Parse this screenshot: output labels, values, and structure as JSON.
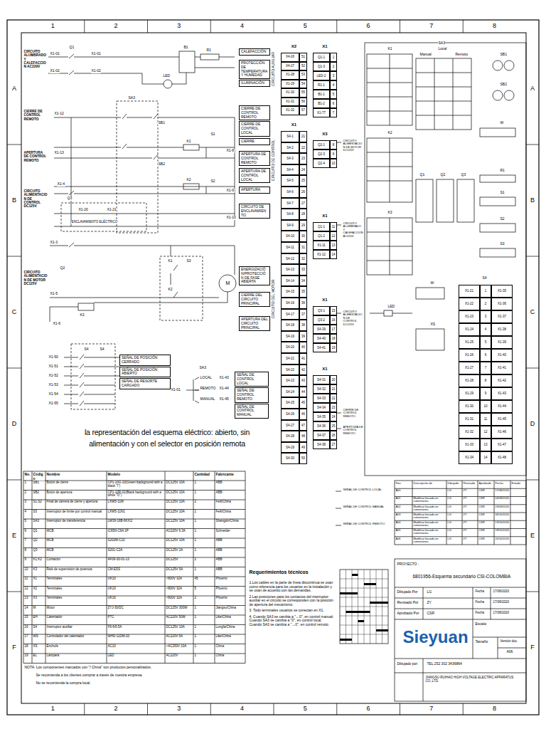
{
  "diagram": {
    "caption": "la representación del esquema eléctrico: abierto, sin alimentación y con el selector en posición remota",
    "nodes": [
      {
        "text": [
          "CALEFACCIÓN"
        ]
      },
      {
        "text": [
          "PROTECCIÓN DE TEMPERATURA Y HUMEDAD"
        ]
      },
      {
        "text": [
          "ILUMINACIÓN"
        ]
      },
      {
        "text": [
          "CIERRE DE CONTROL REMOTO"
        ]
      },
      {
        "text": [
          "CIERRE DE CONTROL LOCAL"
        ]
      },
      {
        "text": [
          "CIERRE"
        ]
      },
      {
        "text": [
          "APERTURA DE CONTROL REMOTO"
        ]
      },
      {
        "text": [
          "APERTURA DE CONTROL LOCAL"
        ]
      },
      {
        "text": [
          "APERTURA"
        ]
      },
      {
        "text": [
          "CIRCUITO DE ENCLAVAMIENTO"
        ]
      },
      {
        "text": [
          "ENERGIZACIÓN/PROTECCIÓN DE FASE ABIERTA"
        ]
      },
      {
        "text": [
          "CIERRE DEL CIRCUITO PRINCIPAL"
        ]
      },
      {
        "text": [
          "APERTURA DEL CIRCUITO PRINCIPAL"
        ]
      },
      {
        "text": [
          "SEÑAL DE POSICIÓN CERRADO"
        ]
      },
      {
        "text": [
          "SEÑAL DE POSICIÓN ABIERTO"
        ]
      },
      {
        "text": [
          "SEÑAL DE RESORTE CARGADO"
        ]
      },
      {
        "text": [
          "SEÑAL DE CONTROL LOCAL"
        ]
      },
      {
        "text": [
          "SEÑAL DE CONTROL REMOTO"
        ]
      },
      {
        "text": [
          "SEÑAL DE CONTROL MANUAL"
        ]
      }
    ],
    "labels": [
      "1",
      "2",
      "3",
      "4",
      "5",
      "6",
      "7",
      "8",
      "1",
      "2",
      "3",
      "4",
      "5",
      "6",
      "7",
      "8",
      "A",
      "B",
      "C",
      "D",
      "E",
      "F",
      "A",
      "B",
      "C",
      "D",
      "E",
      "F",
      "CIRCUITO ALUMBRADO Y CALEFACCION AC220V",
      "CIERRE DE CONTROL REMOTO",
      "APERTURA DE CONTROL REMOTO",
      "CIRCUITO ALIMENTACION DE CONTROL DC125V",
      "CIRCUITO ALIMENTACION DE MOTOR DC125V",
      "X1-01",
      "X1-02",
      "Q1",
      "X1-01",
      "X1-02",
      "B1",
      "R1",
      "LED",
      "X1-12",
      "SA3",
      "SB1",
      "X1-13",
      "SB2",
      "S1",
      "S2",
      "X1-4",
      "Q3",
      "X1-20",
      "X1-21",
      "K1",
      "K2",
      "X1-3",
      "X1-5",
      "Q2",
      "K3",
      "X1-6",
      "M",
      "S3",
      "K1",
      "K2",
      "X1-8",
      "X1-9",
      "X1-10",
      "ENCLAVAMIENTO ELÉCTRICO",
      "CIRCUITO AUXILIAR",
      "CIRCUITO DE CONTROL",
      "CIRCUITO DEL MOTOR",
      "X1-50",
      "X1-51",
      "X1-52",
      "X1-53",
      "X1-54",
      "X1-55",
      "S4",
      "S4",
      "SA3",
      "LOCAL",
      "REMOTO",
      "MANUAL",
      "X1-01",
      "X1-43",
      "X1-44",
      "X1-45",
      "No.",
      "Código",
      "Nombre",
      "Modelo",
      "Cantidad",
      "Fabricante",
      "1",
      "SB1",
      "Botón de cierre",
      "CP1-10G-10(Green background with a black \"I\")",
      "DC125V 10A",
      "1",
      "ABB",
      "2",
      "SB2",
      "Botón de apertura",
      "CP1-10R-01(Black background with a white \"O\")",
      "DC125V 10A",
      "1",
      "ABB",
      "3",
      "S1,S2",
      "Final de carrera de cierre y apertura",
      "LXW5-11M",
      "DC125V 10A",
      "2",
      "Feili/China",
      "4",
      "S3",
      "Interruptor de límite por control manual",
      "LXW5-11N1",
      "DC125V 10A",
      "1",
      "Feili/China",
      "5",
      "SA3",
      "Interruptor de transferencia",
      "LW39-16B-6KX/2",
      "DC125V 10A",
      "1",
      "Shangpin/China",
      "6",
      "Q1",
      "MCB",
      "iC65N-C6A 1P",
      "AC220V 6.3A",
      "1",
      "Schneider",
      "7",
      "Q2",
      "MCB",
      "S202M-C10",
      "DC125V 10A",
      "1",
      "ABB",
      "8",
      "Q3",
      "MCB",
      "S201-C2A",
      "DC125V 2A",
      "1",
      "ABB",
      "9",
      "K1,K2",
      "Contactor",
      "AF09-30-01-13",
      "DC125V",
      "2",
      "ABB",
      "10",
      "K3",
      "Relé de supervisión de potencia",
      "CM-ESS",
      "DC125V 5A",
      "1",
      "ABB",
      "11",
      "X1",
      "Terminales",
      "UK10",
      "<800V 32A",
      "45",
      "Phoenix",
      "12",
      "X2",
      "Terminales",
      "UK10",
      "<800V 32A",
      "5",
      "Phoenix",
      "13",
      "X3",
      "Terminales",
      "UK16",
      "<800V 32A",
      "2",
      "Phoenix",
      "14",
      "M",
      "Motor",
      "ZYJ-30/DC",
      "DC125V 300W",
      "1",
      "Jiangsu/China",
      "15",
      "EH",
      "Calentador",
      "PTC",
      "AC220V 50W",
      "1",
      "Like/China",
      "16",
      "S4",
      "Interruptor auxiliar",
      "F9-6/6.5A",
      "DC125V 10A",
      "1",
      "Longfa/China",
      "17",
      "WS",
      "Controlador del calentador",
      "WHD-11DM-20",
      "AC220V 5A",
      "1",
      "Like/China",
      "18",
      "XS",
      "Enchufe",
      "AC10",
      "<AC250V 10A",
      "1",
      "China",
      "19",
      "EL",
      "Lámpara",
      "LED",
      "AC220V",
      "1",
      "China",
      "NOTA: Los componentes marcados con \"/ China\" son productos personalizados.",
      "Se recomienda a los clientes comprar a través de nuestra empresa.",
      "No se recomienda la compra local.",
      "Requerimientos técnicos",
      "1.Los cables en la parte de línea discontinua se usan como referencia para los usuarios en la instalación y se usan de acuerdo con las demandas.",
      "2.Las posiciones para los contactos del interruptor auxiliar en el circuito se corresponden con la posición de apertura del mecanismo.",
      "3. Todo terminales usuarios se conectan en X1.",
      "4. Cuando SA3 se cambia a \"←0\", en control manual. Cuando SA3 se cambia a \"0\", en control local. Cuando SA3 se cambia a \"→0\", en control remoto.",
      "Rev.",
      "Descripción de",
      "Dibujado",
      "Revisado",
      "Aprobado",
      "Fecha",
      "Estado",
      "A00",
      "LG",
      "ZY",
      "CSR",
      "17/08/2020",
      "A01",
      "Modificar basado en comentarios",
      "LG",
      "ZY",
      "CSR",
      "04/09/2020",
      "A02",
      "Modificar basado en comentarios",
      "LG",
      "ZY",
      "CSR",
      "23/09/2020",
      "A03",
      "Modificar basado en comentarios",
      "LG",
      "ZY",
      "CSR",
      "06/10/2020",
      "A04",
      "Modificar basado en comentarios",
      "LG",
      "ZY",
      "CSR",
      "13/10/2020",
      "A05",
      "Modificar basado en comentarios",
      "LG",
      "ZY",
      "CSR",
      "19/10/2020",
      "A06",
      "Modificar basado en comentarios",
      "LG",
      "ZY",
      "CSR",
      "20/10/2020",
      "PROYECTO :",
      "6801956-Esquema secundario CSI-COLOMBIA",
      "Dibujado Por",
      "LG",
      "Fecha",
      "17/08/2020",
      "Revisado Por",
      "ZY",
      "Fecha",
      "17/08/2020",
      "Aprobado Por",
      "CSR",
      "Fecha",
      "17/08/2020",
      "Escala:",
      "Sieyuan",
      "Tamaño",
      "Versión doc.",
      "A06",
      "Dibujado por:",
      "TEL 252 302 3436864",
      "JIANGSU RUIHAO HIGH VOLTAGE ELECTRIC APPARATUS CO.,LTD.",
      "X2",
      "X4-26",
      "51",
      "X4-27",
      "52",
      "X1-28",
      "53",
      "X1-29",
      "54",
      "X1-30",
      "55",
      "X1-31",
      "56",
      "X1-32",
      "57",
      "X1",
      "S4-1",
      "21",
      "S4-2",
      "22",
      "S4-3",
      "23",
      "S4-4",
      "24",
      "S4-5",
      "25",
      "S4-6",
      "26",
      "S4-7",
      "27",
      "S4-8",
      "28",
      "S4-9",
      "29",
      "S4-10",
      "30",
      "S4-11",
      "31",
      "S4-12",
      "32",
      "S4-13",
      "33",
      "S4-14",
      "34",
      "S4-15",
      "35",
      "S4-16",
      "36",
      "S4-17",
      "37",
      "S4-18",
      "38",
      "S4-19",
      "39",
      "S4-20",
      "40",
      "S4-21",
      "41",
      "S4-22",
      "42",
      "S4-23",
      "43",
      "S4-24",
      "44",
      "S4-25",
      "45",
      "S4-26",
      "46",
      "S4-27",
      "47",
      "S4-28",
      "48",
      "S4-29",
      "49",
      "S4-30",
      "50",
      "X1",
      "Q1-1",
      "1",
      "Q1-3",
      "2",
      "LED-2",
      "3",
      "R1-1",
      "4",
      "B1-1",
      "5",
      "B1-2",
      "6",
      "X1-77",
      "7",
      "X3",
      "Q2-1",
      "8",
      "Q2-3",
      "9",
      "Q2-4",
      "10",
      "X1",
      "Q1-1",
      "11",
      "Q1-2",
      "12",
      "X1-11",
      "13",
      "X1-12",
      "14",
      "X1",
      "Q3-1",
      "15",
      "Q3-2",
      "16",
      "S4-39",
      "17",
      "S4-40",
      "18",
      "S4-41",
      "19",
      "X1",
      "S4-31",
      "20",
      "S4-32",
      "21",
      "S4-33",
      "22",
      "S4-34",
      "23",
      "S4-35",
      "24",
      "S4-36",
      "25",
      "S4-37",
      "26",
      "S4-38",
      "27",
      "CIRCUITO ALIMENTACION DE MOTOR DC125V",
      "CIRCUITO ALUMBRADO Y CALEFACCION AC220V",
      "CIRCUITO ALIMENTACION DE CONTROL DC125V",
      "CIERRE DE CONTROL REMOTO",
      "APERTURA DE CONTROL REMOTO",
      "SEÑAL DE CONTROL LOCAL",
      "SEÑAL DE CONTROL MANUAL",
      "SEÑAL DE CONTROL REMOTO",
      "K1",
      "K2",
      "K3",
      "SA3",
      "Local",
      "Manual",
      "Remoto",
      "SB1",
      "SB2",
      "W",
      "R1",
      "S1",
      "S2",
      "S3",
      "Q1",
      "Q2",
      "Q3",
      "W",
      "LED",
      "XS",
      "S4",
      "X1-21",
      "1",
      "X1-35",
      "X1-22",
      "2",
      "X1-36",
      "X1-23",
      "3",
      "X1-37",
      "X1-24",
      "4",
      "X1-38",
      "X1-25",
      "5",
      "X1-39",
      "X1-26",
      "6",
      "X1-40",
      "X1-27",
      "7",
      "X1-41",
      "X1-28",
      "8",
      "X1-42",
      "X1-29",
      "9",
      "X1-43",
      "X1-30",
      "10",
      "X1-44",
      "X1-31",
      "11",
      "X1-45",
      "X1-32",
      "12",
      "X1-46",
      "X1-33",
      "13",
      "X1-47",
      "X1-34",
      "14",
      "X1-48"
    ]
  }
}
